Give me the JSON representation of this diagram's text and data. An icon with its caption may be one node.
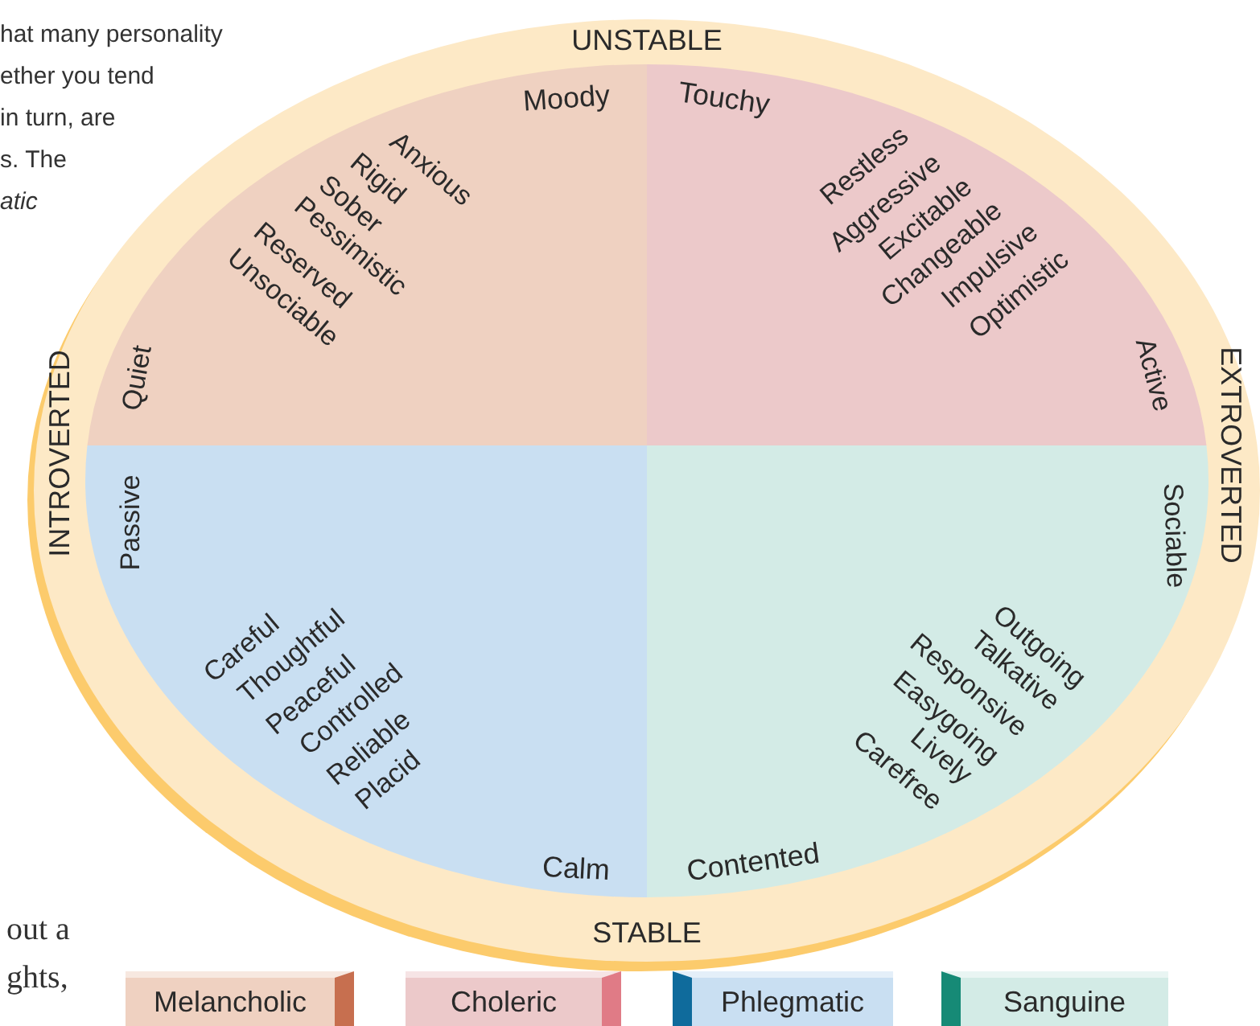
{
  "diagram": {
    "nodes": [
      {
        "text": [
          "UNSTABLE",
          "INTROVERTED",
          "EXTROVERTED",
          "STABLE"
        ]
      },
      {
        "text": [
          "Moody",
          "Anxious",
          "Rigid",
          "Sober",
          "Pessimistic",
          "Reserved",
          "Unsociable",
          "Quiet"
        ],
        "in": 0
      },
      {
        "text": [
          "Touchy",
          "Restless",
          "Aggressive",
          "Excitable",
          "Changeable",
          "Impulsive",
          "Optimistic",
          "Active"
        ],
        "in": 0
      },
      {
        "text": [
          "Passive",
          "Careful",
          "Thoughtful",
          "Peaceful",
          "Controlled",
          "Reliable",
          "Placid",
          "Calm"
        ],
        "in": 0
      },
      {
        "text": [
          "Sociable",
          "Outgoing",
          "Talkative",
          "Responsive",
          "Easygoing",
          "Lively",
          "Carefree",
          "Contented"
        ],
        "in": 0
      }
    ],
    "labels": [
      "hat many personality",
      "ether you tend",
      "in turn, are",
      "s. The",
      "*atic*",
      "out a",
      "ghts,"
    ],
    "legend": [
      {
        "text": "Melancholic",
        "color": "#efd1c1"
      },
      {
        "text": "Choleric",
        "color": "#ecc9ca"
      },
      {
        "text": "Phlegmatic",
        "color": "#c9dff2"
      },
      {
        "text": "Sanguine",
        "color": "#d3ebe6"
      }
    ]
  }
}
